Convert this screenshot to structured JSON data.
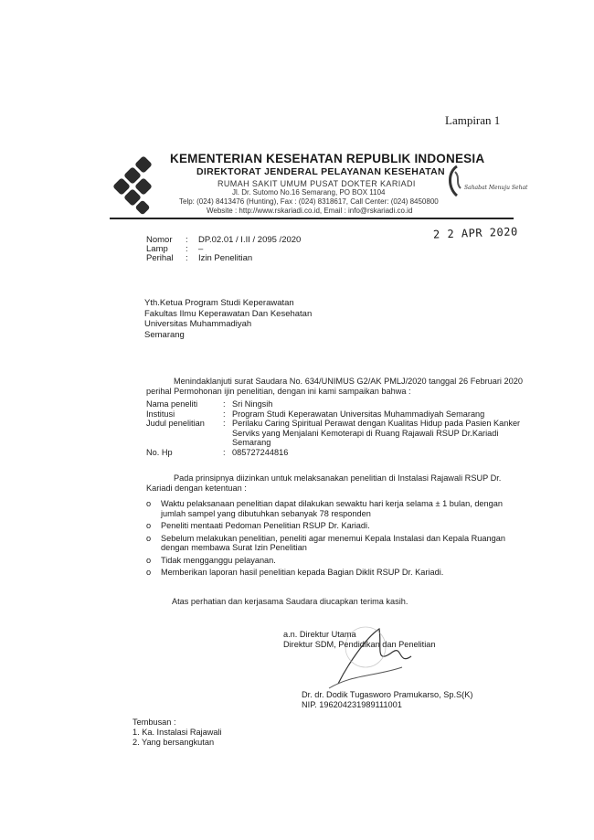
{
  "lampiran": "Lampiran 1",
  "header": {
    "ministry": "KEMENTERIAN KESEHATAN REPUBLIK INDONESIA",
    "directorate": "DIREKTORAT JENDERAL PELAYANAN KESEHATAN",
    "hospital": "RUMAH SAKIT UMUM PUSAT DOKTER KARIADI",
    "address": "Jl. Dr. Sutomo No.16 Semarang, PO BOX 1104",
    "phone": "Telp: (024) 8413476 (Hunting), Fax : (024) 8318617, Call Center: (024) 8450800",
    "website": "Website : http://www.rskariadi.co.id, Email : info@rskariadi.co.id",
    "right_logo_text": "Sahabat Menuju Sehat"
  },
  "date": "2 2 APR 2020",
  "meta": {
    "nomor_label": "Nomor",
    "nomor_value": "DP.02.01 / I.II / 2095 /2020",
    "lamp_label": "Lamp",
    "lamp_value": "–",
    "perihal_label": "Perihal",
    "perihal_value": "Izin Penelitian"
  },
  "addressee": [
    "Yth.Ketua Program Studi Keperawatan",
    "Fakultas Ilmu Keperawatan Dan Kesehatan",
    "Universitas Muhammadiyah",
    "Semarang"
  ],
  "para1": "Menindaklanjuti surat Saudara No. 634/UNIMUS G2/AK PMLJ/2020 tanggal 26 Februari 2020 perihal Permohonan ijin penelitian, dengan ini kami sampaikan bahwa :",
  "details": [
    {
      "label": "Nama peneliti",
      "value": "Sri Ningsih"
    },
    {
      "label": "Institusi",
      "value": "Program Studi Keperawatan Universitas Muhammadiyah Semarang"
    },
    {
      "label": "Judul penelitian",
      "value": "Perilaku Caring Spiritual Perawat dengan Kualitas Hidup pada Pasien Kanker Serviks yang Menjalani Kemoterapi di Ruang Rajawali RSUP Dr.Kariadi Semarang"
    },
    {
      "label": "No. Hp",
      "value": "085727244816"
    }
  ],
  "para2": "Pada prinsipnya diizinkan untuk melaksanakan penelitian di Instalasi Rajawali RSUP Dr. Kariadi dengan ketentuan :",
  "bullets": [
    "Waktu pelaksanaan penelitian dapat dilakukan sewaktu hari kerja selama ± 1 bulan, dengan jumlah sampel yang dibutuhkan sebanyak 78 responden",
    "Peneliti mentaati Pedoman Penelitian RSUP Dr. Kariadi.",
    "Sebelum melakukan penelitian, peneliti agar menemui Kepala Instalasi dan Kepala Ruangan dengan membawa Surat Izin Penelitian",
    "Tidak mengganggu pelayanan.",
    "Memberikan laporan hasil penelitian kepada Bagian Diklit RSUP Dr. Kariadi."
  ],
  "bullet_mark": "o",
  "para3": "Atas perhatian dan kerjasama Saudara diucapkan terima kasih.",
  "signature": {
    "line1": "a.n. Direktur Utama",
    "line2": "Direktur SDM, Pendidikan dan Penelitian",
    "name": "Dr. dr. Dodik Tugasworo Pramukarso, Sp.S(K)",
    "nip": "NIP. 196204231989111001"
  },
  "tembusan": {
    "title": "Tembusan :",
    "items": [
      "1.  Ka. Instalasi Rajawali",
      "2.  Yang bersangkutan"
    ]
  }
}
